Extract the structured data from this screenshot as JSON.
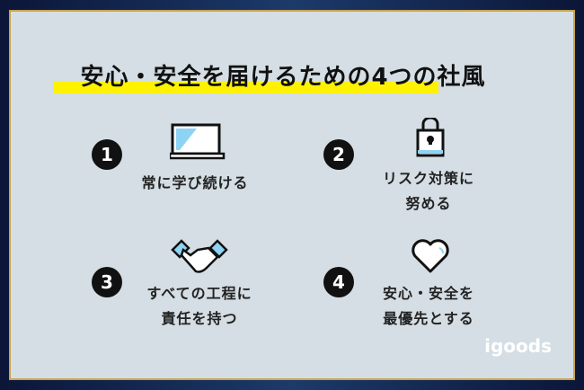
{
  "title": "安心・安全を届けるための4つの社風",
  "items": [
    {
      "number": "1",
      "label": "常に学び続ける",
      "icon": "laptop-icon"
    },
    {
      "number": "2",
      "label_line1": "リスク対策に",
      "label_line2": "努める",
      "icon": "padlock-icon"
    },
    {
      "number": "3",
      "label_line1": "すべての工程に",
      "label_line2": "責任を持つ",
      "icon": "handshake-icon"
    },
    {
      "number": "4",
      "label_line1": "安心・安全を",
      "label_line2": "最優先とする",
      "icon": "heart-icon"
    }
  ],
  "brand": "igoods",
  "colors": {
    "highlight": "#fff200",
    "panel": "#d4dee4",
    "accent": "#8fd3f4"
  }
}
